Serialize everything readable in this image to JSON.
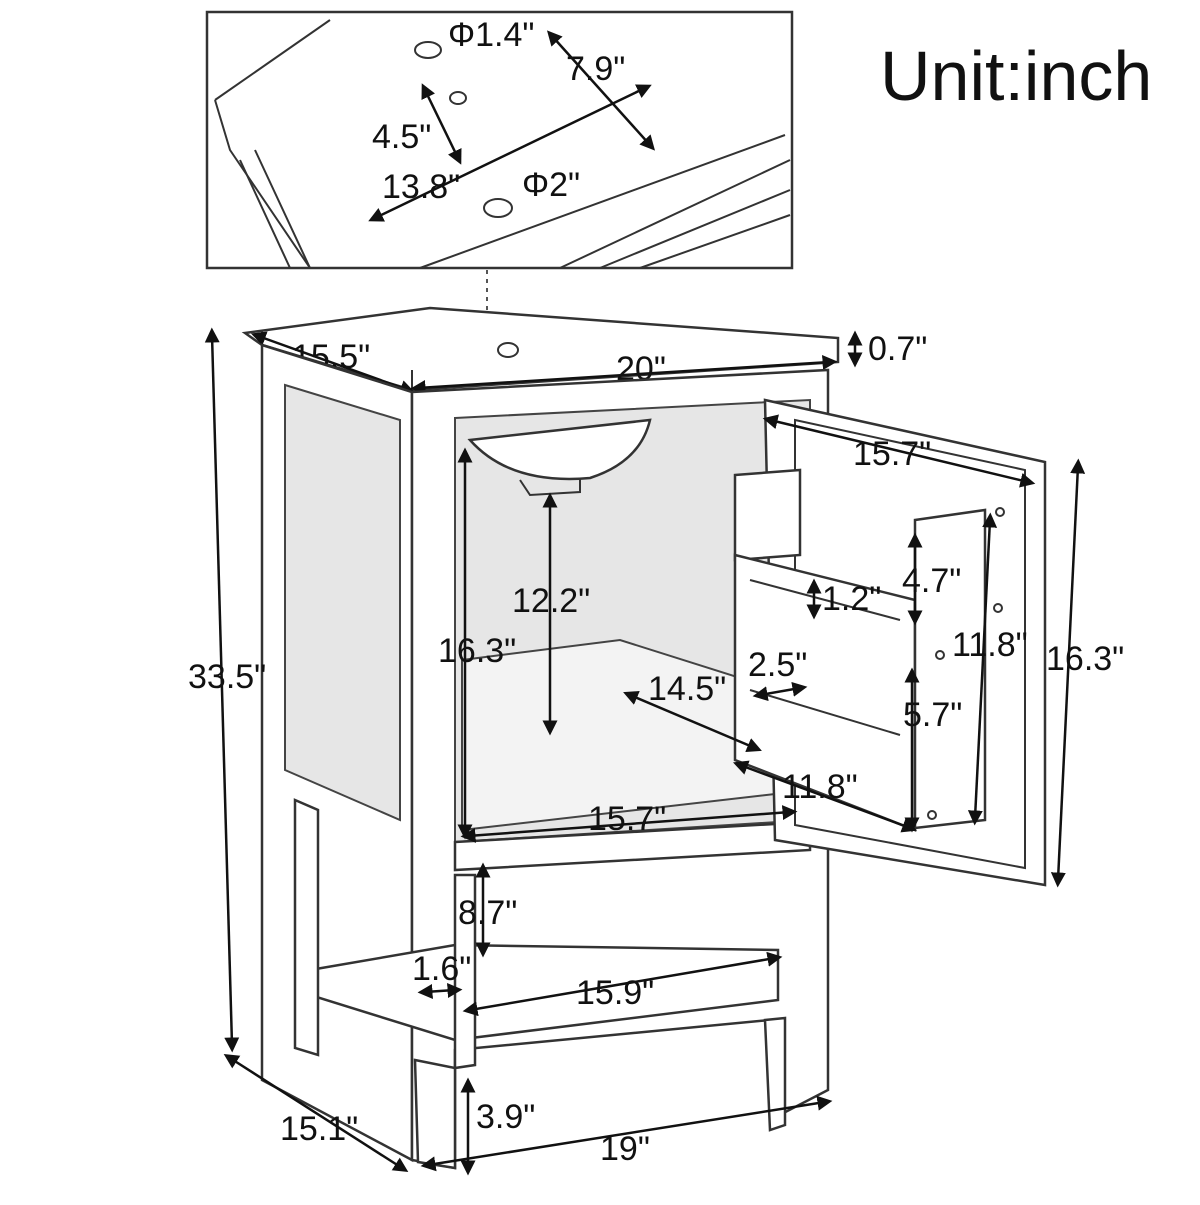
{
  "unit_label": "Unit:inch",
  "inset": {
    "faucet_hole": "Φ1.4\"",
    "basin_depth": "7.9\"",
    "faucet_to_drain": "4.5\"",
    "basin_width": "13.8\"",
    "drain_hole": "Φ2\""
  },
  "top": {
    "depth": "15.5\"",
    "width": "20\"",
    "thickness": "0.7\""
  },
  "cabinet": {
    "overall_height": "33.5\"",
    "basin_clearance": "12.2\"",
    "interior_height": "16.3\"",
    "interior_depth": "14.5\"",
    "interior_width": "15.7\"",
    "shelf_gap": "8.7\"",
    "leg_width": "1.6\"",
    "shelf_width": "15.9\"",
    "floor_clearance": "3.9\"",
    "base_depth": "15.1\"",
    "base_width": "19\""
  },
  "door": {
    "width": "15.7\"",
    "height": "16.3\"",
    "rack_height": "4.7\"",
    "rack_lip": "1.2\"",
    "rack_total": "11.8\"",
    "rack_depth": "2.5\"",
    "lower_rack": "5.7\"",
    "rack_width": "11.8\""
  }
}
